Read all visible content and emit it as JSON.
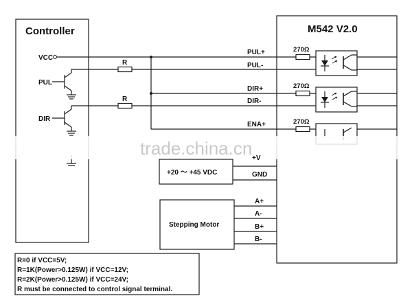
{
  "controller": {
    "title": "Controller",
    "vcc_label": "VCC",
    "pul_label": "PUL",
    "dir_label": "DIR"
  },
  "driver": {
    "title": "M542 V2.0",
    "terminals": {
      "pul_plus": "PUL+",
      "pul_minus": "PUL-",
      "dir_plus": "DIR+",
      "dir_minus": "DIR-",
      "ena_plus": "ENA+",
      "plus_v": "+V",
      "gnd": "GND"
    },
    "resistor_label": "270Ω"
  },
  "series_resistor_label": "R",
  "power_supply": {
    "label": "+20 ～ +45 VDC"
  },
  "motor": {
    "label": "Stepping Motor",
    "terminals": [
      "A+",
      "A-",
      "B+",
      "B-"
    ]
  },
  "notes": [
    "R=0 if VCC=5V;",
    "R=1K(Power>0.125W) if VCC=12V;",
    "R=2K(Power>0.125W) if VCC=24V;",
    "R must be connected to control signal terminal."
  ],
  "watermark": "trade.china.cn"
}
